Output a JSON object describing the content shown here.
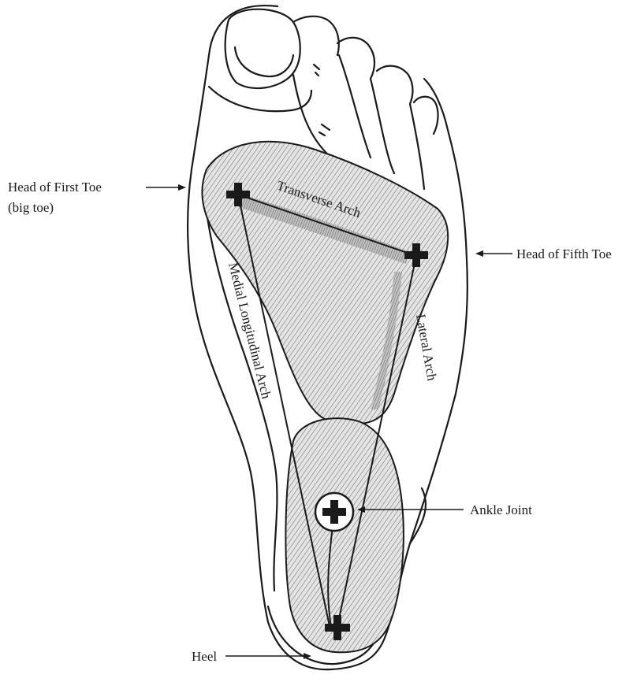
{
  "labels": {
    "first_toe_line1": "Head of First Toe",
    "first_toe_line2": "(big toe)",
    "fifth_toe": "Head of Fifth Toe",
    "ankle": "Ankle Joint",
    "heel": "Heel"
  },
  "arches": {
    "transverse": "Transverse Arch",
    "medial": "Medial Longitudinal Arch",
    "lateral": "Lateral Arch"
  },
  "colors": {
    "ink": "#1a1a1a",
    "shading": "#9a9a9a",
    "paper": "#ffffff"
  },
  "icons": {
    "joint_marker": "plus-cross-icon",
    "arrow": "arrow-icon"
  }
}
